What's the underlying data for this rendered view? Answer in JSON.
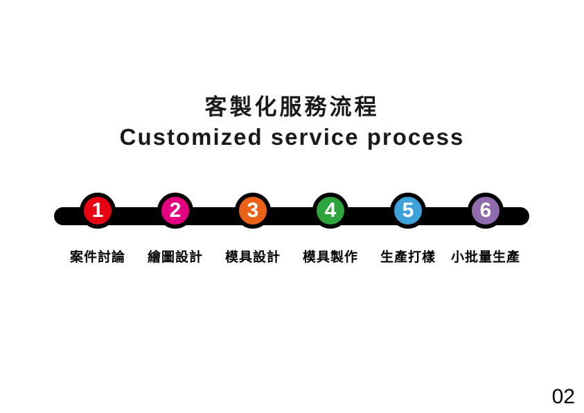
{
  "page": {
    "background": "#ffffff",
    "page_number": "02"
  },
  "header": {
    "title_zh": "客製化服務流程",
    "title_en": "Customized service process"
  },
  "timeline": {
    "bar_color": "#000000",
    "number_text_color": "#ffffff",
    "steps": [
      {
        "number": "1",
        "label": "案件討論",
        "color": "#e60012"
      },
      {
        "number": "2",
        "label": "繪圖設計",
        "color": "#e4007f"
      },
      {
        "number": "3",
        "label": "模具設計",
        "color": "#ea6118"
      },
      {
        "number": "4",
        "label": "模具製作",
        "color": "#2ea43c"
      },
      {
        "number": "5",
        "label": "生產打樣",
        "color": "#3ea2da"
      },
      {
        "number": "6",
        "label": "小批量生產",
        "color": "#906bad"
      }
    ]
  }
}
